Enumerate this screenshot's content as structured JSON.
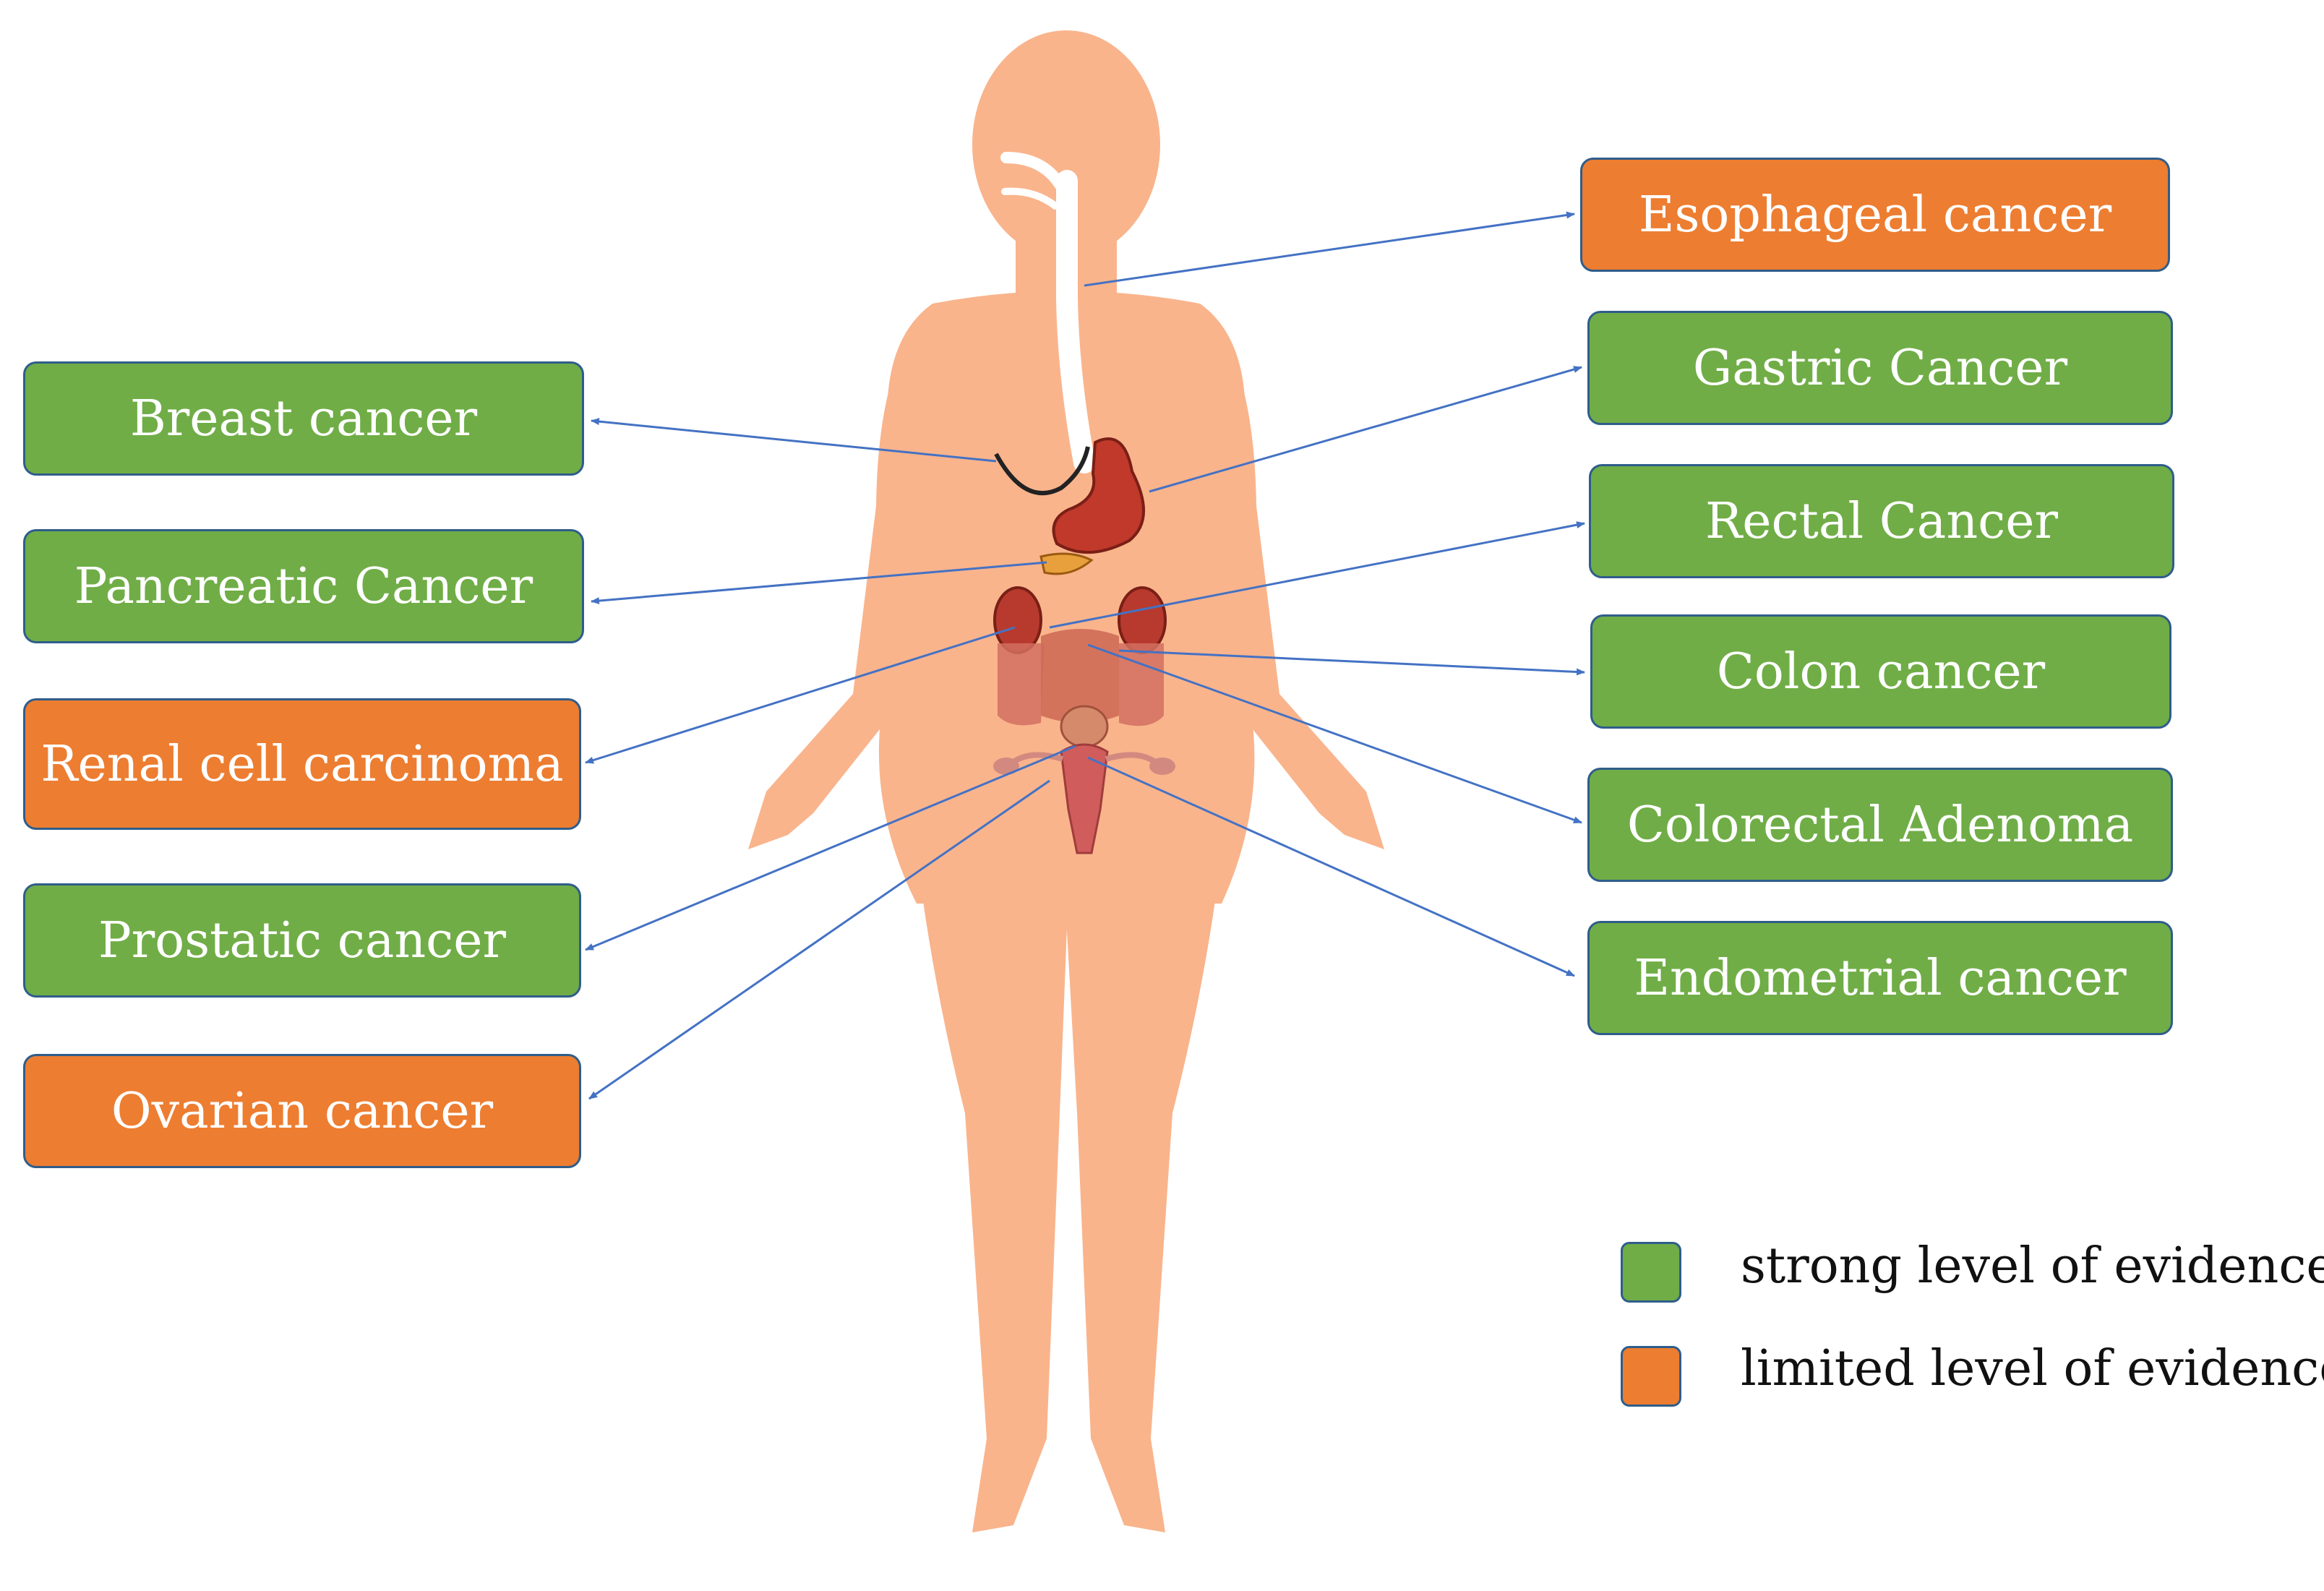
{
  "colors": {
    "strong": "#70ad47",
    "limited": "#ed7d31",
    "body": "#f9b48c",
    "organ": "#c0392b",
    "arrow": "#4472c4"
  },
  "labels": {
    "esophageal": "Esophageal cancer",
    "gastric": "Gastric Cancer",
    "rectal": "Rectal Cancer",
    "colon": "Colon cancer",
    "colorectal_adenoma": "Colorectal Adenoma",
    "endometrial": "Endometrial cancer",
    "breast": "Breast cancer",
    "pancreatic": "Pancreatic Cancer",
    "renal": "Renal cell carcinoma",
    "prostatic": "Prostatic cancer",
    "ovarian": "Ovarian cancer"
  },
  "legend": {
    "strong": "strong level of evidence",
    "limited": "limited level of evidence"
  }
}
